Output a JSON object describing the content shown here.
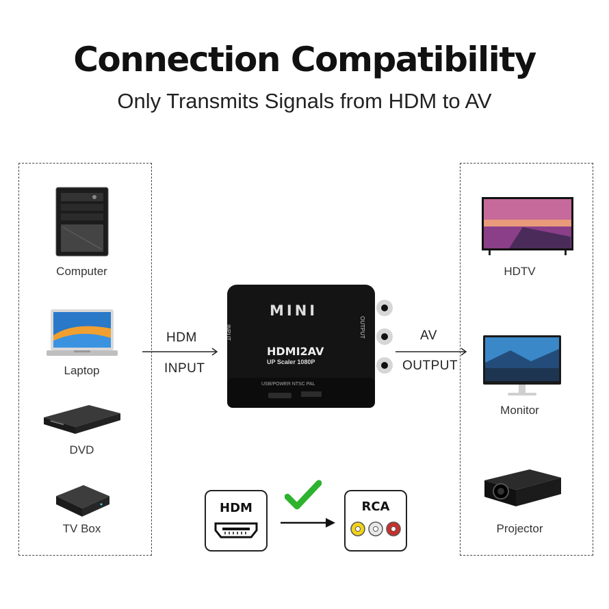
{
  "title": "Connection Compatibility",
  "subtitle": "Only Transmits Signals from HDM  to AV",
  "sources": [
    {
      "label": "Computer",
      "icon": "computer-tower-icon"
    },
    {
      "label": "Laptop",
      "icon": "laptop-icon"
    },
    {
      "label": "DVD",
      "icon": "dvd-player-icon"
    },
    {
      "label": "TV Box",
      "icon": "tv-box-icon"
    }
  ],
  "destinations": [
    {
      "label": "HDTV",
      "icon": "hdtv-icon"
    },
    {
      "label": "Monitor",
      "icon": "monitor-icon"
    },
    {
      "label": "Projector",
      "icon": "projector-icon"
    }
  ],
  "input_arrow": {
    "line1": "HDM",
    "line2": "INPUT"
  },
  "output_arrow": {
    "line1": "AV",
    "line2": "OUTPUT"
  },
  "device": {
    "brand": "MINI",
    "model": "HDMI2AV",
    "tagline": "UP Scaler 1080P",
    "input_port": "INPUT",
    "output_port": "OUTPUT",
    "bottom_labels": "USB/POWER NTSC  PAL"
  },
  "conversion": {
    "from": "HDM",
    "to": "RCA"
  },
  "colors": {
    "check": "#2db32d",
    "rca_yellow": "#f2d21b",
    "rca_white": "#e8e8e8",
    "rca_red": "#c9302c"
  }
}
